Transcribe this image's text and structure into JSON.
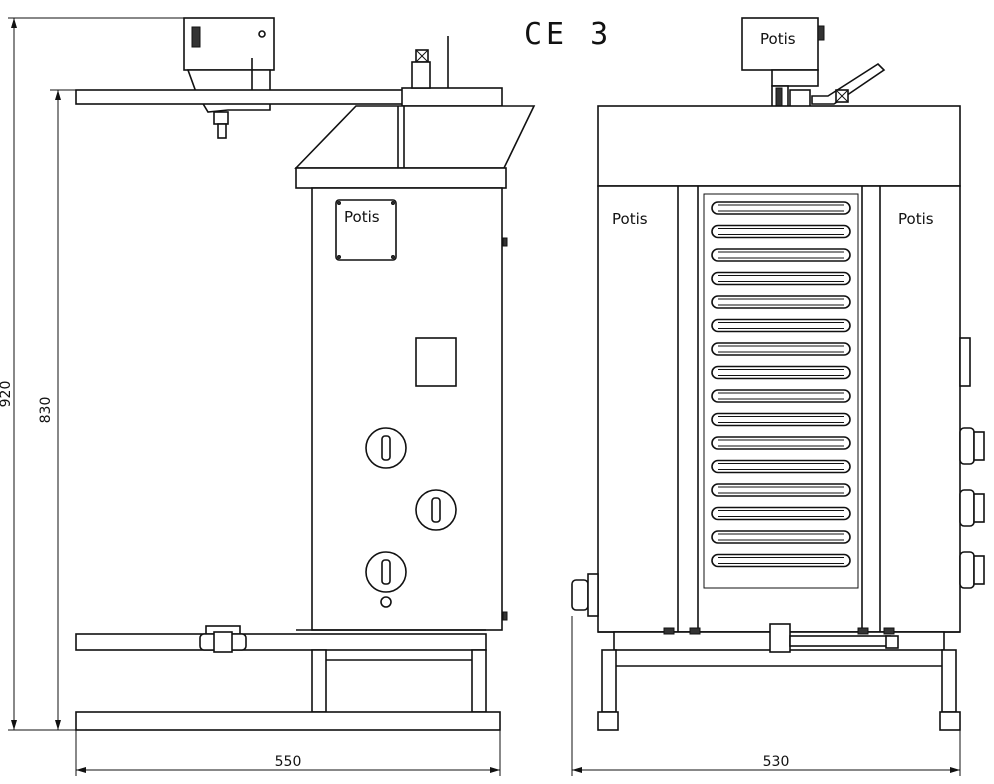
{
  "title": "CE 3",
  "brand": "Potis",
  "dimensions": {
    "total_height": "920",
    "body_height": "830",
    "side_width": "550",
    "front_width": "530"
  }
}
